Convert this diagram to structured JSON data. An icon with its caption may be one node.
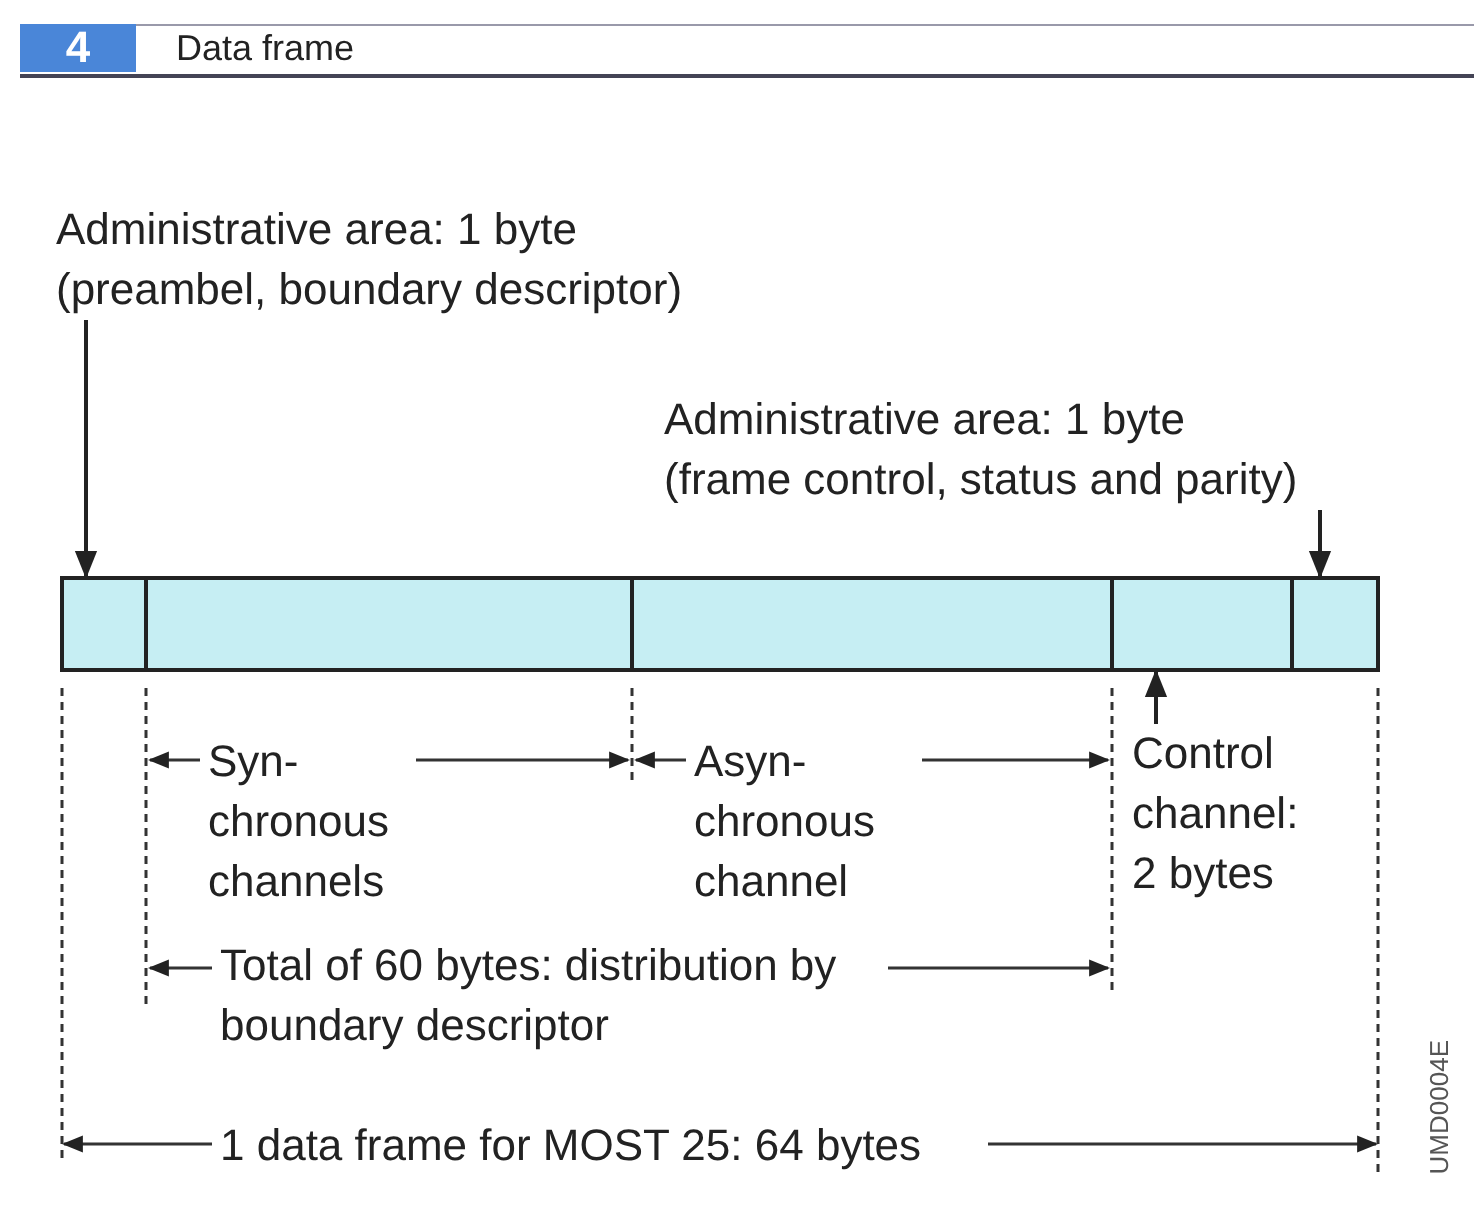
{
  "diagram": {
    "title": "Data frame",
    "nodes": [
      {
        "text": [
          "Administrative area: 1 byte (preambel, boundary descriptor)"
        ]
      },
      {
        "text": [
          "Administrative area: 1 byte (frame control, status and parity)"
        ]
      },
      {
        "text": [],
        "shape": "box"
      },
      {
        "text": [],
        "shape": "box"
      },
      {
        "text": [],
        "shape": "box"
      },
      {
        "text": [],
        "shape": "box"
      },
      {
        "text": [],
        "shape": "box"
      },
      {
        "text": [
          "Control channel: 2 bytes"
        ]
      }
    ],
    "edges": [
      {
        "from": 0,
        "to": 2,
        "arrow": "to"
      },
      {
        "from": 1,
        "to": 6,
        "arrow": "to"
      },
      {
        "from": 7,
        "to": 5,
        "arrow": "to"
      }
    ],
    "labels": [
      "4",
      "Syn- chronous channels",
      "Asyn- chronous channel",
      "Total of 60 bytes: distribution by boundary descriptor",
      "1 data frame for MOST 25: 64 bytes",
      "UMD0004E"
    ]
  }
}
